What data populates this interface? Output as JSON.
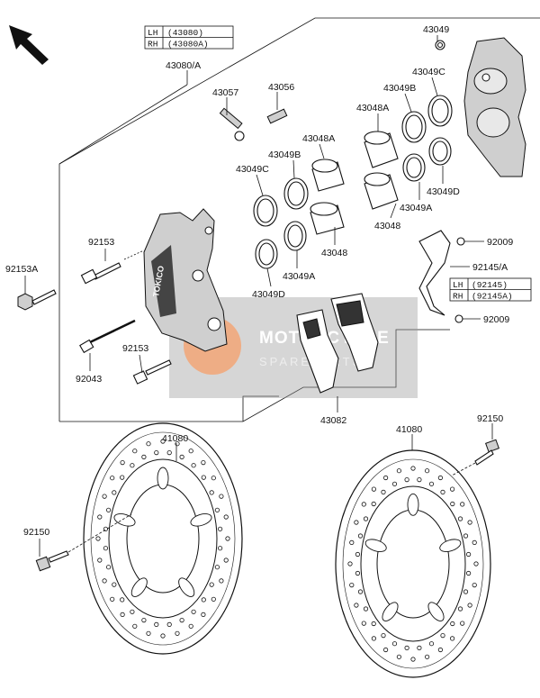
{
  "diagram": {
    "caliper_variants": {
      "rows": [
        {
          "side": "LH",
          "part": "(43080)"
        },
        {
          "side": "RH",
          "part": "(43080A)"
        }
      ]
    },
    "bracket_variants": {
      "rows": [
        {
          "side": "LH",
          "part": "(92145)"
        },
        {
          "side": "RH",
          "part": "(92145A)"
        }
      ]
    },
    "labels": {
      "caliper_assy": "43080/A",
      "bleeder_a": "43057",
      "bleeder_b": "43056",
      "piston_a": "43048A",
      "piston_b": "43048",
      "seal_c_left": "43049C",
      "seal_b_left": "43049B",
      "seal_a_left": "43049A",
      "seal_d_left": "43049D",
      "seal_c_right": "43049C",
      "seal_b_right": "43049B",
      "seal_a_right": "43049A",
      "seal_d_right": "43049D",
      "piston_a_right": "43048A",
      "piston_b_right": "43048",
      "seal_top": "43049",
      "bolt_upper": "92153",
      "bolt_lower": "92153",
      "bolt_a": "92153A",
      "pin": "92043",
      "screw_top": "92009",
      "screw_bottom": "92009",
      "bracket": "92145/A",
      "pads": "43082",
      "disc_left": "41080",
      "disc_right": "41080",
      "disc_bolt_left": "92150",
      "disc_bolt_right": "92150"
    },
    "watermark": {
      "line1": "MOTORCYCLE",
      "line2": "SPAREPARTS"
    },
    "caliper_brand": "TOKICO"
  }
}
